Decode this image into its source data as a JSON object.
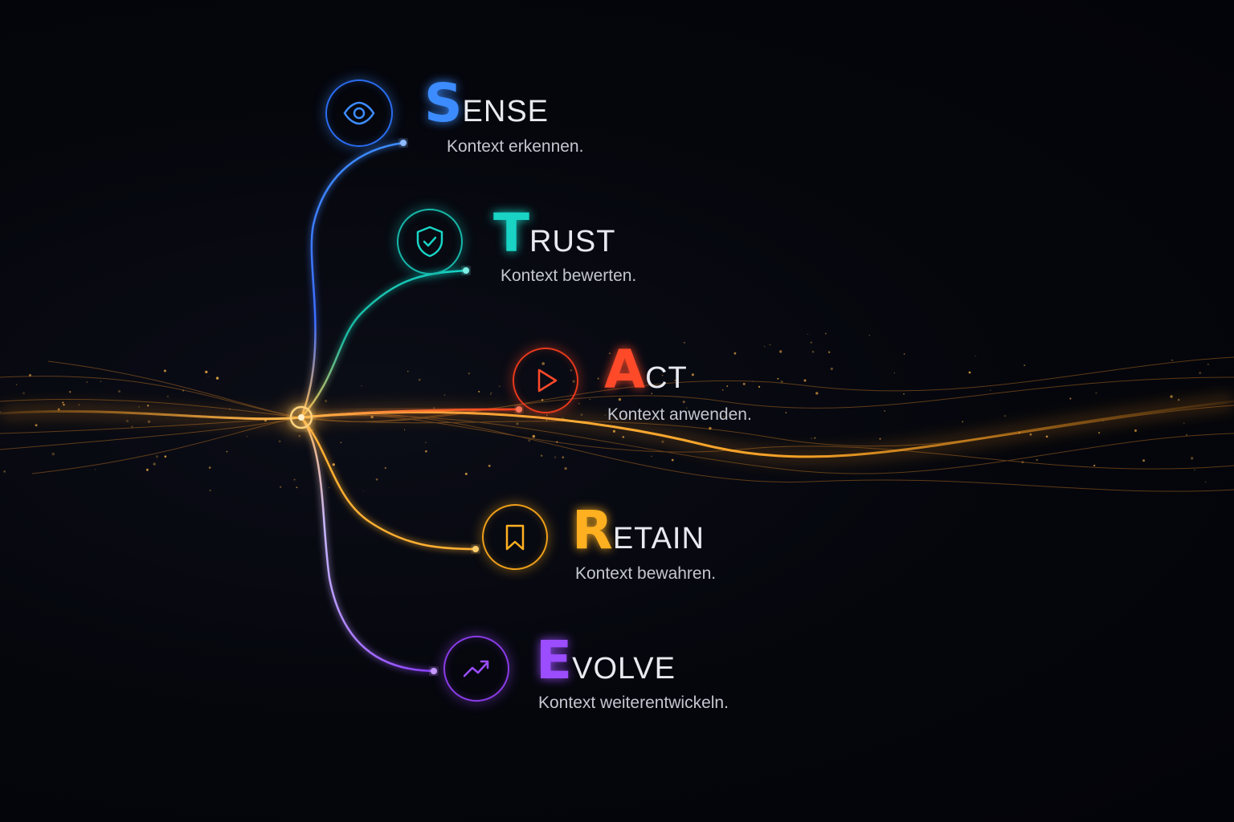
{
  "steps": [
    {
      "key": "sense",
      "initial": "S",
      "rest": "ENSE",
      "subtitle": "Kontext erkennen.",
      "icon": "eye-icon",
      "color": "#3c8cff"
    },
    {
      "key": "trust",
      "initial": "T",
      "rest": "RUST",
      "subtitle": "Kontext bewerten.",
      "icon": "shield-check-icon",
      "color": "#19d3c5"
    },
    {
      "key": "act",
      "initial": "A",
      "rest": "CT",
      "subtitle": "Kontext anwenden.",
      "icon": "play-icon",
      "color": "#ff4a2a"
    },
    {
      "key": "retain",
      "initial": "R",
      "rest": "ETAIN",
      "subtitle": "Kontext bewahren.",
      "icon": "bookmark-icon",
      "color": "#ffb020"
    },
    {
      "key": "evolve",
      "initial": "E",
      "rest": "VOLVE",
      "subtitle": "Kontext weiterentwickeln.",
      "icon": "trend-up-icon",
      "color": "#9b4dff"
    }
  ],
  "colors": {
    "background": "#05060c",
    "stream": "#ffa726",
    "text": "#e9eaf0",
    "subtext": "#c4c6d0"
  }
}
